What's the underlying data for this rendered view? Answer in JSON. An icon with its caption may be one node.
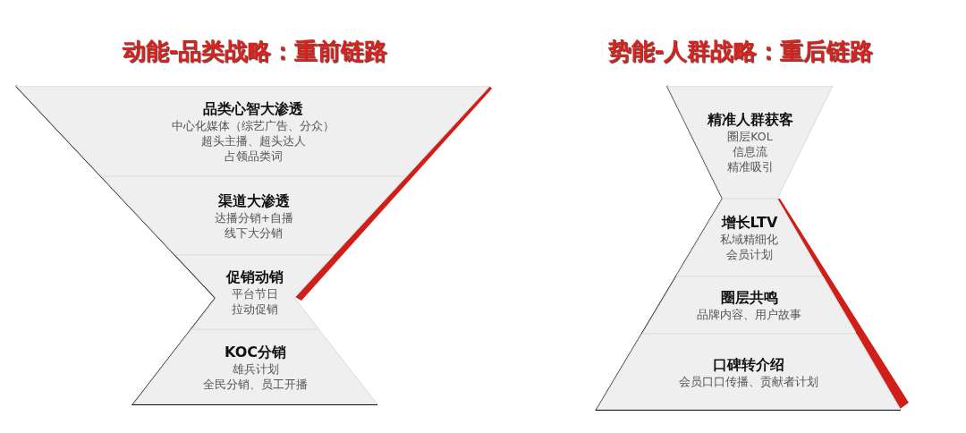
{
  "diagram": {
    "nodes": [
      {
        "text": [
          "品类心智大渗透",
          "中心化媒体（综艺广告、分众）",
          "超头主播、超头达人",
          "占领品类词"
        ]
      },
      {
        "text": [
          "渠道大渗透",
          "达播分销+自播",
          "线下大分销"
        ]
      },
      {
        "text": [
          "促销动销",
          "平台节日",
          "拉动促销"
        ]
      },
      {
        "text": [
          "KOC分销",
          "雄兵计划",
          "全民分销、员工开播"
        ]
      },
      {
        "text": [
          "精准人群获客",
          "圈层KOL",
          "信息流",
          "精准吸引"
        ]
      },
      {
        "text": [
          "增长LTV",
          "私域精细化",
          "会员计划"
        ]
      },
      {
        "text": [
          "圈层共鸣",
          "品牌内容、用户故事"
        ]
      },
      {
        "text": [
          "口碑转介绍",
          "会员口口传播、贡献者计划"
        ]
      }
    ],
    "labels": [
      "动能-品类战略：重前链路",
      "势能-人群战略：重后链路"
    ]
  }
}
